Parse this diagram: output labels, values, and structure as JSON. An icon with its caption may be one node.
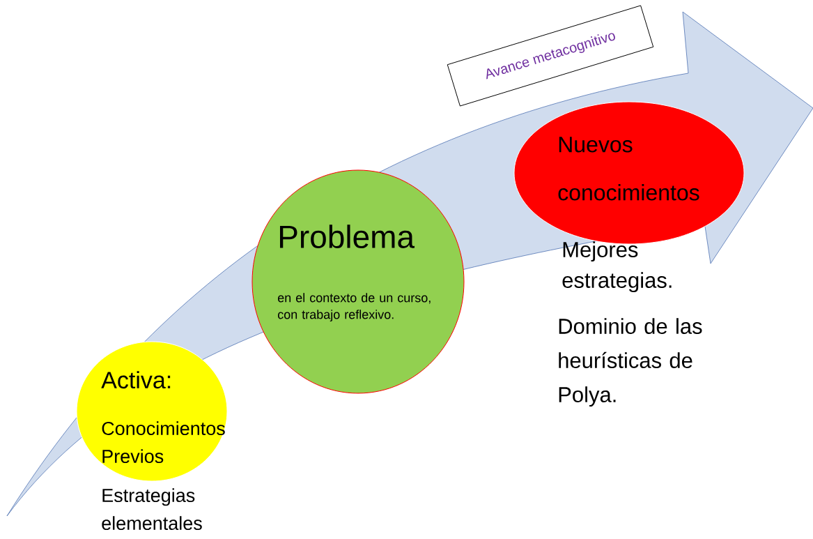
{
  "diagram": {
    "nodes": [
      {
        "text": [
          "Activa:",
          "Conocimientos Previos"
        ],
        "beside": [
          "Estrategias elementales"
        ]
      },
      {
        "text": [
          "Problema",
          "en el contexto de un curso, con trabajo reflexivo."
        ]
      },
      {
        "text": [
          "Avance metacognitivo"
        ]
      },
      {
        "text": [
          "Nuevos conocimientos"
        ],
        "beside": [
          "Mejores estrategias.",
          "Dominio de las heurísticas de Polya."
        ]
      }
    ]
  }
}
